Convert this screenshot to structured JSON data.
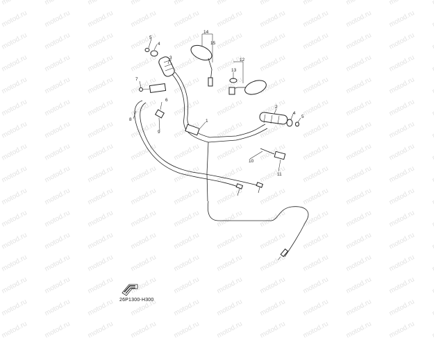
{
  "watermark": {
    "text": "motod.ru",
    "color": "#e2e2e2"
  },
  "diagram_code": "26P1300-H300",
  "callouts": {
    "c1": "1",
    "c2": "2",
    "c3": "3",
    "c4a": "4",
    "c4b": "4",
    "c5a": "5",
    "c5b": "5",
    "c6": "6",
    "c7": "7",
    "c8": "8",
    "c9": "9",
    "c10": "10",
    "c11": "11",
    "c12": "12",
    "c13": "13",
    "c14": "14",
    "c15": "15"
  },
  "colors": {
    "line": "#222222",
    "background": "#ffffff"
  }
}
